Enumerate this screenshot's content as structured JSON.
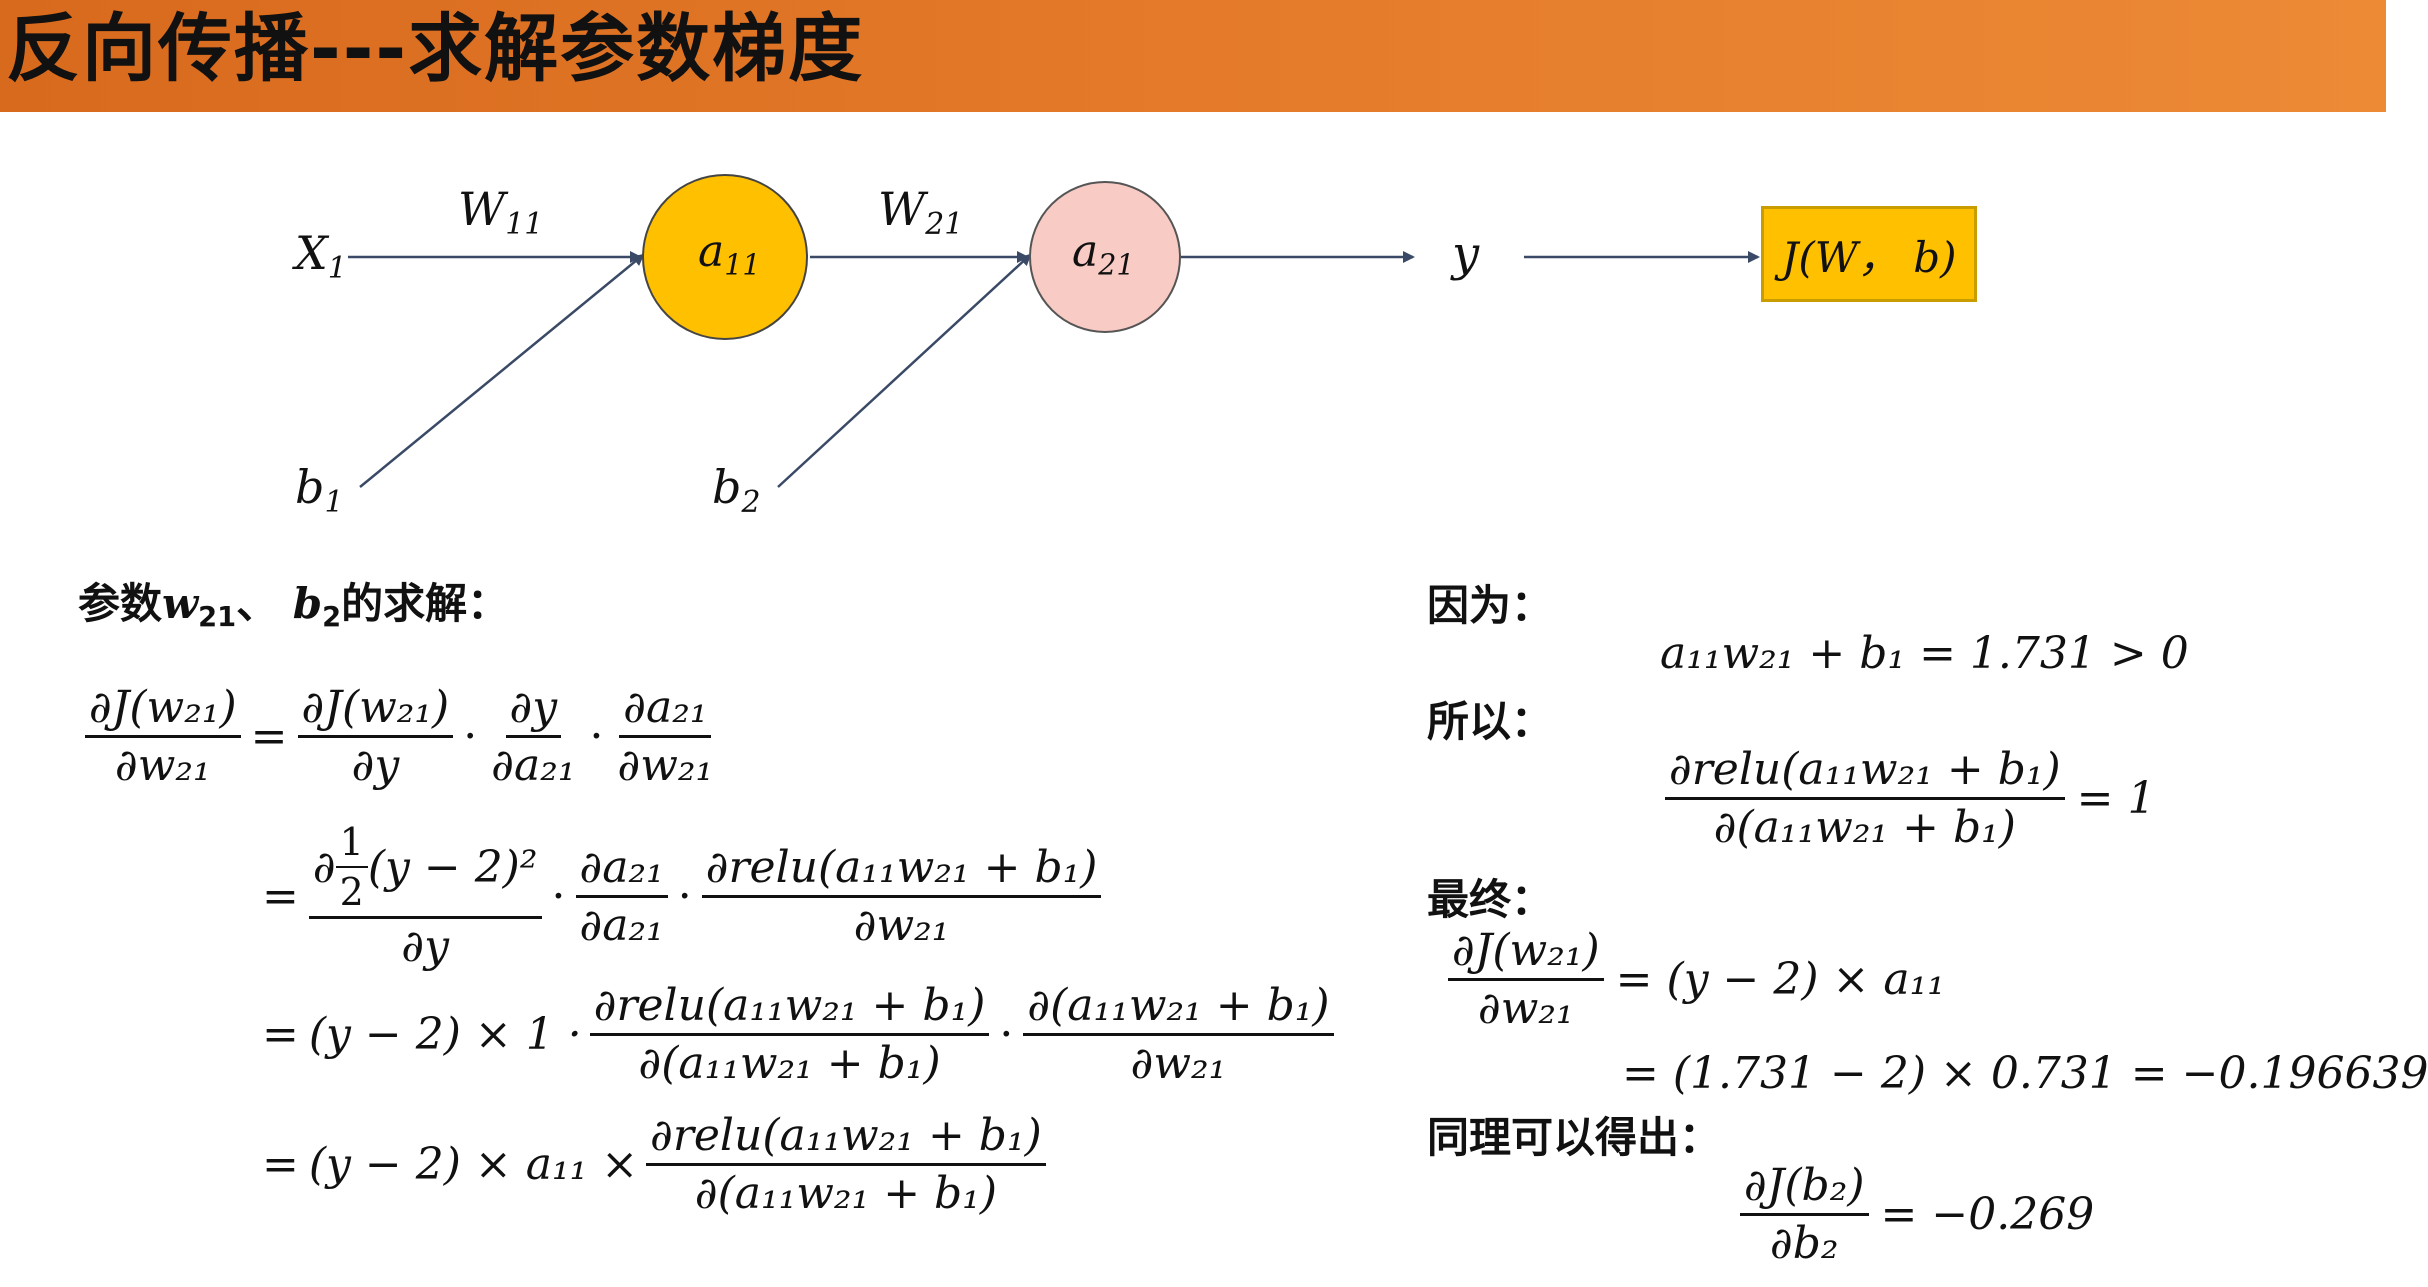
{
  "header": {
    "title": "反向传播---求解参数梯度"
  },
  "diagram": {
    "input": "X",
    "input_sub": "1",
    "w1": "W",
    "w1_sub": "11",
    "w2": "W",
    "w2_sub": "21",
    "b1": "b",
    "b1_sub": "1",
    "b2": "b",
    "b2_sub": "2",
    "node1": "a",
    "node1_sub": "11",
    "node2": "a",
    "node2_sub": "21",
    "output": "y",
    "loss": "J(W， b)",
    "colors": {
      "node1": "#ffc000",
      "node2": "#f8cbc5",
      "loss_box": "#ffc000",
      "header": "#e47a2a"
    }
  },
  "left": {
    "heading_prefix": "参数",
    "heading_w": "w",
    "heading_w_sub": "21",
    "heading_sep": "、 ",
    "heading_b": "b",
    "heading_b_sub": "2",
    "heading_suffix": "的求解：",
    "eq_sign": "=",
    "line1": {
      "lhs_num": "∂J(w₂₁)",
      "lhs_den": "∂w₂₁",
      "f1_num": "∂J(w₂₁)",
      "f1_den": "∂y",
      "f2_num": "∂y",
      "f2_den": "∂a₂₁",
      "f3_num": "∂a₂₁",
      "f3_den": "∂w₂₁"
    },
    "line2": {
      "f1_num_pre": "∂",
      "half_num": "1",
      "half_den": "2",
      "f1_num_post": "(y − 2)²",
      "f1_den": "∂y",
      "f2_num": "∂a₂₁",
      "f2_den": "∂a₂₁",
      "f3_num": "∂relu(a₁₁w₂₁ + b₁)",
      "f3_den": "∂w₂₁"
    },
    "line3": {
      "pre": "(y − 2) × 1 ·",
      "f1_num": "∂relu(a₁₁w₂₁ + b₁)",
      "f1_den": "∂(a₁₁w₂₁ + b₁)",
      "f2_num": "∂(a₁₁w₂₁ + b₁)",
      "f2_den": "∂w₂₁"
    },
    "line4": {
      "pre": "(y − 2) × a₁₁ ×",
      "f1_num": "∂relu(a₁₁w₂₁ + b₁)",
      "f1_den": "∂(a₁₁w₂₁ + b₁)"
    }
  },
  "right": {
    "because": "因为：",
    "because_eq": "a₁₁w₂₁ + b₁ = 1.731 > 0",
    "so": "所以：",
    "so_num": "∂relu(a₁₁w₂₁ + b₁)",
    "so_den": "∂(a₁₁w₂₁ + b₁)",
    "so_rhs": "= 1",
    "final": "最终：",
    "final_num": "∂J(w₂₁)",
    "final_den": "∂w₂₁",
    "final_rhs1": "= (y − 2) × a₁₁",
    "final_rhs2": "= (1.731 − 2) × 0.731 = −0.196639",
    "similarly": "同理可以得出：",
    "b2_num": "∂J(b₂)",
    "b2_den": "∂b₂",
    "b2_rhs": "= −0.269"
  }
}
